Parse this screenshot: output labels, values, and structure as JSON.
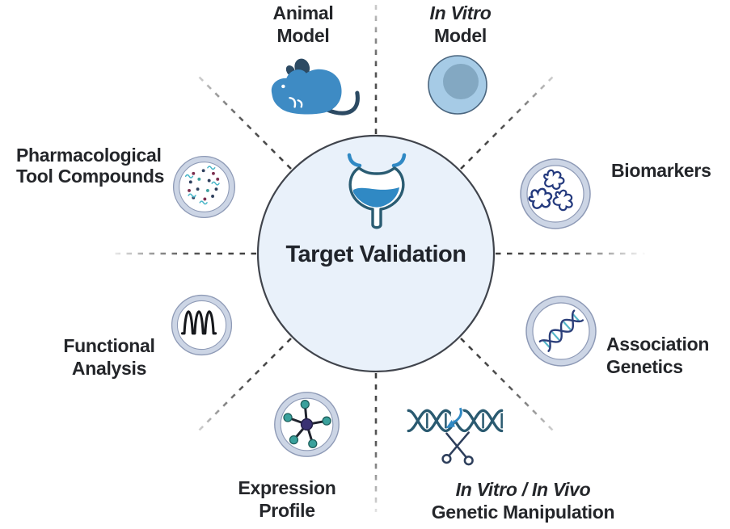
{
  "colors": {
    "background": "#ffffff",
    "center_fill": "#e9f1fa",
    "center_stroke": "#40444c",
    "dashed_line": "#3b3b3b",
    "ring_band": "#ccd5e5",
    "ring_edge": "#8e9ab6",
    "mouse_blue": "#3e8bc4",
    "dark_navy": "#2c4a63",
    "liquid_blue": "#3089c4",
    "squiggle_navy": "#243a7e",
    "teal": "#3f9e9e",
    "text": "#24262a"
  },
  "center": {
    "label": "Target Validation",
    "icon": "bladder-icon"
  },
  "nodes": {
    "animal": {
      "line1": "Animal",
      "line2": "Model",
      "icon": "mouse-icon"
    },
    "invitro": {
      "line1": "In Vitro",
      "line2": "Model",
      "icon": "cell-icon"
    },
    "biomarkers": {
      "line1": "Biomarkers",
      "icon": "protein-squiggles-icon"
    },
    "association": {
      "line1": "Association",
      "line2": "Genetics",
      "icon": "dna-helix-icon"
    },
    "manipulation": {
      "line1": "In Vitro / In Vivo",
      "line2": "Genetic Manipulation",
      "icon": "dna-scissors-icon"
    },
    "expression": {
      "line1": "Expression",
      "line2": "Profile",
      "icon": "molecule-network-icon"
    },
    "functional": {
      "line1": "Functional",
      "line2": "Analysis",
      "icon": "waveform-icon"
    },
    "pharmacological": {
      "line1": "Pharmacological",
      "line2": "Tool Compounds",
      "icon": "compound-dots-icon"
    }
  }
}
